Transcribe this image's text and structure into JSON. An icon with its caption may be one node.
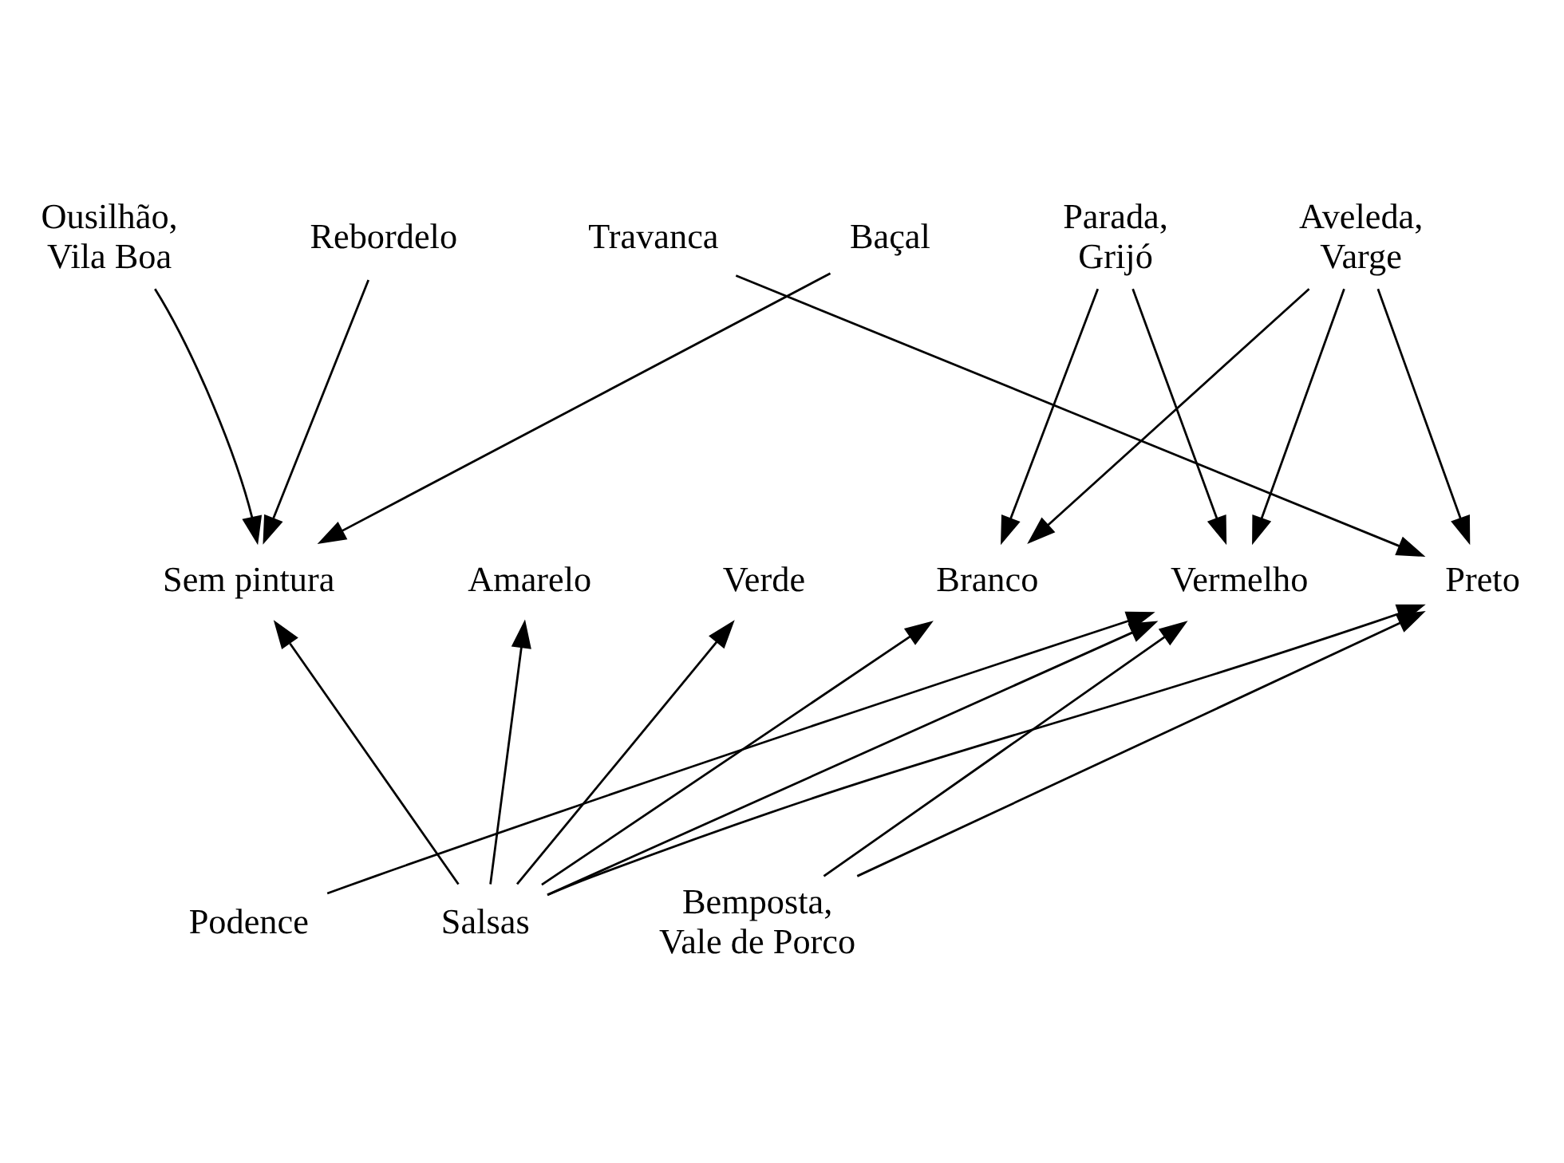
{
  "diagram": {
    "nodes": [
      {
        "text": [
          "Ousilhão, Vila Boa"
        ]
      },
      {
        "text": [
          "Rebordelo"
        ]
      },
      {
        "text": [
          "Travanca"
        ]
      },
      {
        "text": [
          "Baçal"
        ]
      },
      {
        "text": [
          "Parada, Grijó"
        ]
      },
      {
        "text": [
          "Aveleda, Varge"
        ]
      },
      {
        "text": [
          "Sem pintura"
        ]
      },
      {
        "text": [
          "Amarelo"
        ]
      },
      {
        "text": [
          "Verde"
        ]
      },
      {
        "text": [
          "Branco"
        ]
      },
      {
        "text": [
          "Vermelho"
        ]
      },
      {
        "text": [
          "Preto"
        ]
      },
      {
        "text": [
          "Podence"
        ]
      },
      {
        "text": [
          "Salsas"
        ]
      },
      {
        "text": [
          "Bemposta, Vale de Porco"
        ]
      }
    ],
    "edges": [
      {
        "from": 0,
        "to": 6,
        "arrow": "to"
      },
      {
        "from": 1,
        "to": 6,
        "arrow": "to"
      },
      {
        "from": 3,
        "to": 6,
        "arrow": "to"
      },
      {
        "from": 2,
        "to": 11,
        "arrow": "to"
      },
      {
        "from": 4,
        "to": 9,
        "arrow": "to"
      },
      {
        "from": 4,
        "to": 10,
        "arrow": "to"
      },
      {
        "from": 5,
        "to": 9,
        "arrow": "to"
      },
      {
        "from": 5,
        "to": 10,
        "arrow": "to"
      },
      {
        "from": 5,
        "to": 11,
        "arrow": "to"
      },
      {
        "from": 13,
        "to": 6,
        "arrow": "to"
      },
      {
        "from": 13,
        "to": 7,
        "arrow": "to"
      },
      {
        "from": 13,
        "to": 8,
        "arrow": "to"
      },
      {
        "from": 13,
        "to": 9,
        "arrow": "to"
      },
      {
        "from": 13,
        "to": 10,
        "arrow": "to"
      },
      {
        "from": 13,
        "to": 11,
        "arrow": "to"
      },
      {
        "from": 12,
        "to": 10,
        "arrow": "to"
      },
      {
        "from": 14,
        "to": 10,
        "arrow": "to"
      },
      {
        "from": 14,
        "to": 11,
        "arrow": "to"
      }
    ]
  }
}
